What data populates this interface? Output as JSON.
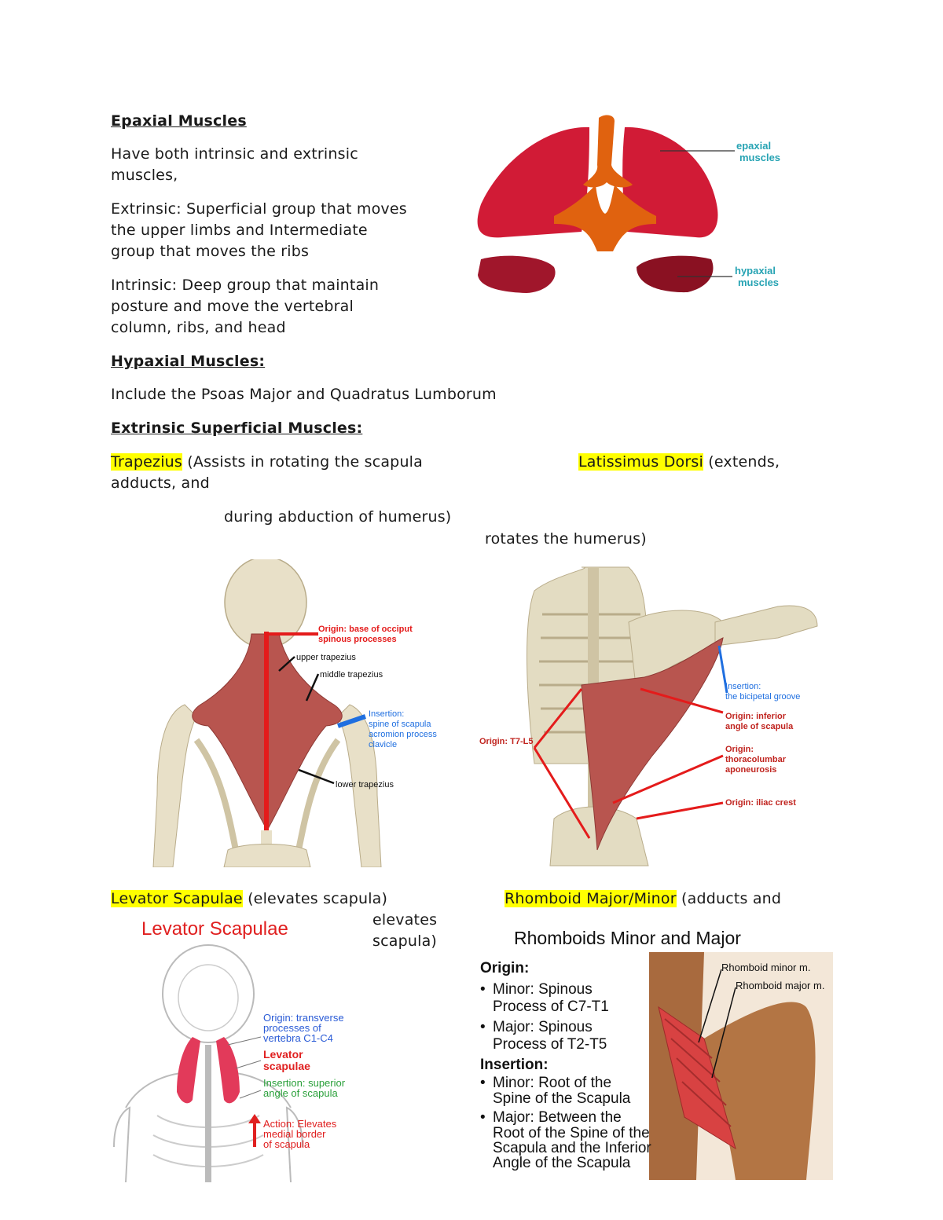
{
  "sections": {
    "epaxial": {
      "heading": "Epaxial Muscles",
      "p1_line1": "Have both intrinsic and extrinsic",
      "p1_line2": "muscles,",
      "p2_line1": "Extrinsic: Superficial group that moves",
      "p2_line2": "the upper limbs and Intermediate",
      "p2_line3": "group that moves the ribs",
      "p3_line1": "Intrinsic: Deep group that maintain",
      "p3_line2": "posture and move the vertebral",
      "p3_line3": "column, ribs, and head"
    },
    "hypaxial": {
      "heading": "Hypaxial Muscles:",
      "text": "Include the Psoas Major and Quadratus Lumborum"
    },
    "extrinsic": {
      "heading": "Extrinsic Superficial Muscles:",
      "trapezius_name": "Trapezius",
      "trapezius_desc1": " (Assists in rotating the scapula",
      "trapezius_desc2": "during abduction of humerus)",
      "lat_name": "Latissimus Dorsi",
      "lat_desc1": " (extends,",
      "lat_desc2": "adducts, and",
      "lat_desc3": "rotates the humerus)",
      "levator_name": "Levator Scapulae",
      "levator_desc1": " (elevates scapula)",
      "rhomboid_name": "Rhomboid Major/Minor",
      "rhomboid_desc1": " (adducts and",
      "rhomboid_desc2": "elevates",
      "rhomboid_desc3": "scapula)"
    }
  },
  "figures": {
    "cross_section": {
      "label_epaxial_1": "epaxial",
      "label_epaxial_2": "muscles",
      "label_hypaxial_1": "hypaxial",
      "label_hypaxial_2": "muscles"
    },
    "trapezius": {
      "origin_1": "Origin: base  of occiput",
      "origin_2": "spinous processes",
      "upper": "upper trapezius",
      "middle": "middle trapezius",
      "insertion_1": "Insertion:",
      "insertion_2": "spine of scapula",
      "insertion_3": "acromion process",
      "insertion_4": "clavicle",
      "lower": "lower trapezius"
    },
    "latissimus": {
      "insertion_1": "Insertion:",
      "insertion_2": "the bicipetal groove",
      "origin_inferior_1": "Origin: inferior",
      "origin_inferior_2": "angle of scapula",
      "origin_t7": "Origin: T7-L5",
      "origin_thoraco_1": "Origin:",
      "origin_thoraco_2": "thoracolumbar",
      "origin_thoraco_3": "aponeurosis",
      "origin_iliac": "Origin: iliac crest"
    },
    "levator": {
      "title": "Levator Scapulae",
      "origin_1": "Origin: transverse",
      "origin_2": "processes of",
      "origin_3": "vertebra C1-C4",
      "name_1": "Levator",
      "name_2": "scapulae",
      "insertion_1": "Insertion: superior",
      "insertion_2": "angle of  scapula",
      "action_1": "Action: Elevates",
      "action_2": "medial border",
      "action_3": "of scapula"
    },
    "rhomboids": {
      "title": "Rhomboids Minor and Major",
      "origin_heading": "Origin:",
      "origin_minor_1": "Minor: Spinous",
      "origin_minor_2": "Process of C7-T1",
      "origin_major_1": "Major: Spinous",
      "origin_major_2": "Process of T2-T5",
      "insertion_heading": "Insertion:",
      "insertion_minor_1": "Minor: Root of the",
      "insertion_minor_2": "Spine of the Scapula",
      "insertion_major_1": "Major: Between the",
      "insertion_major_2": "Root of the Spine of the",
      "insertion_major_3": "Scapula and the Inferior",
      "insertion_major_4": "Angle of the Scapula",
      "label_minor": "Rhomboid minor m.",
      "label_major": "Rhomboid major m."
    }
  }
}
